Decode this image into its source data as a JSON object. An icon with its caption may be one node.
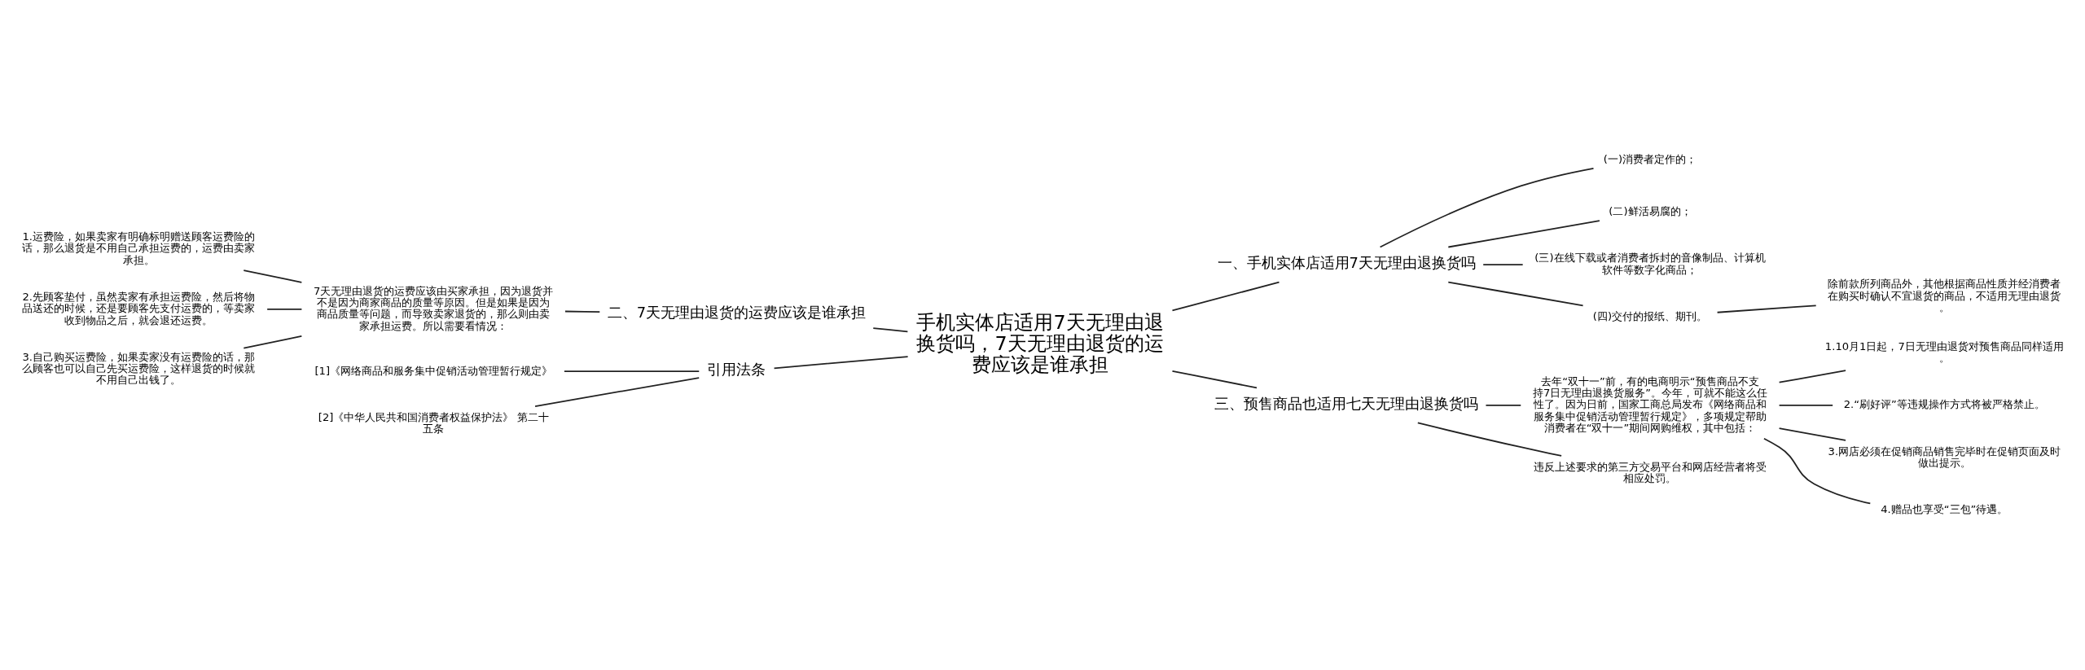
{
  "diagram": {
    "nodes": [
      {
        "text": [
          "手机实体店适用7天无理由退换货吗，7天无理由退货的运费应该是谁承担"
        ]
      },
      {
        "text": [
          "一、手机实体店适用7天无理由退换货吗"
        ]
      },
      {
        "text": [
          "(一)消费者定作的；"
        ]
      },
      {
        "text": [
          "(二)鲜活易腐的；"
        ]
      },
      {
        "text": [
          "(三)在线下载或者消费者拆封的音像制品、计算机软件等数字化商品；"
        ]
      },
      {
        "text": [
          "(四)交付的报纸、期刊。"
        ]
      },
      {
        "text": [
          "除前款所列商品外，其他根据商品性质并经消费者在购买时确认不宜退货的商品，不适用无理由退货。"
        ]
      },
      {
        "text": [
          "三、预售商品也适用七天无理由退换货吗"
        ]
      },
      {
        "text": [
          "去年“双十一”前，有的电商明示“预售商品不支持7日无理由退换货服务”。今年，可就不能这么任性了。因为日前，国家工商总局发布《网络商品和服务集中促销活动管理暂行规定》，多项规定帮助消费者在“双十一”期间网购维权，其中包括："
        ]
      },
      {
        "text": [
          "1.10月1日起，7日无理由退货对预售商品同样适用。"
        ]
      },
      {
        "text": [
          "2.“刷好评”等违规操作方式将被严格禁止。"
        ]
      },
      {
        "text": [
          "3.网店必须在促销商品销售完毕时在促销页面及时做出提示。"
        ]
      },
      {
        "text": [
          "4.赠品也享受“三包”待遇。"
        ]
      },
      {
        "text": [
          "违反上述要求的第三方交易平台和网店经营者将受相应处罚。"
        ]
      },
      {
        "text": [
          "二、7天无理由退货的运费应该是谁承担"
        ]
      },
      {
        "text": [
          "7天无理由退货的运费应该由买家承担，因为退货并不是因为商家商品的质量等原因。但是如果是因为商品质量等问题，而导致卖家退货的，那么则由卖家承担运费。所以需要看情况："
        ]
      },
      {
        "text": [
          "1.运费险，如果卖家有明确标明赠送顾客运费险的话，那么退货是不用自己承担运费的，运费由卖家承担。"
        ]
      },
      {
        "text": [
          "2.先顾客垫付，虽然卖家有承担运费险，然后将物品送还的时候，还是要顾客先支付运费的，等卖家收到物品之后，就会退还运费。"
        ]
      },
      {
        "text": [
          "3.自己购买运费险，如果卖家没有运费险的话，那么顾客也可以自己先买运费险，这样退货的时候就不用自己出钱了。"
        ]
      },
      {
        "text": [
          "引用法条"
        ]
      },
      {
        "text": [
          "[1]《网络商品和服务集中促销活动管理暂行规定》"
        ]
      },
      {
        "text": [
          "[2]《中华人民共和国消费者权益保护法》 第二十五条"
        ]
      }
    ],
    "edges": [
      {
        "from": 0,
        "to": 1,
        "arrow": "none"
      },
      {
        "from": 1,
        "to": 2,
        "arrow": "none"
      },
      {
        "from": 1,
        "to": 3,
        "arrow": "none"
      },
      {
        "from": 1,
        "to": 4,
        "arrow": "none"
      },
      {
        "from": 1,
        "to": 5,
        "arrow": "none"
      },
      {
        "from": 5,
        "to": 6,
        "arrow": "none"
      },
      {
        "from": 0,
        "to": 7,
        "arrow": "none"
      },
      {
        "from": 7,
        "to": 8,
        "arrow": "none"
      },
      {
        "from": 7,
        "to": 13,
        "arrow": "none"
      },
      {
        "from": 8,
        "to": 9,
        "arrow": "none"
      },
      {
        "from": 8,
        "to": 10,
        "arrow": "none"
      },
      {
        "from": 8,
        "to": 11,
        "arrow": "none"
      },
      {
        "from": 8,
        "to": 12,
        "arrow": "none"
      },
      {
        "from": 0,
        "to": 14,
        "arrow": "none"
      },
      {
        "from": 14,
        "to": 15,
        "arrow": "none"
      },
      {
        "from": 15,
        "to": 16,
        "arrow": "none"
      },
      {
        "from": 15,
        "to": 17,
        "arrow": "none"
      },
      {
        "from": 15,
        "to": 18,
        "arrow": "none"
      },
      {
        "from": 0,
        "to": 19,
        "arrow": "none"
      },
      {
        "from": 19,
        "to": 20,
        "arrow": "none"
      },
      {
        "from": 19,
        "to": 21,
        "arrow": "none"
      }
    ]
  }
}
